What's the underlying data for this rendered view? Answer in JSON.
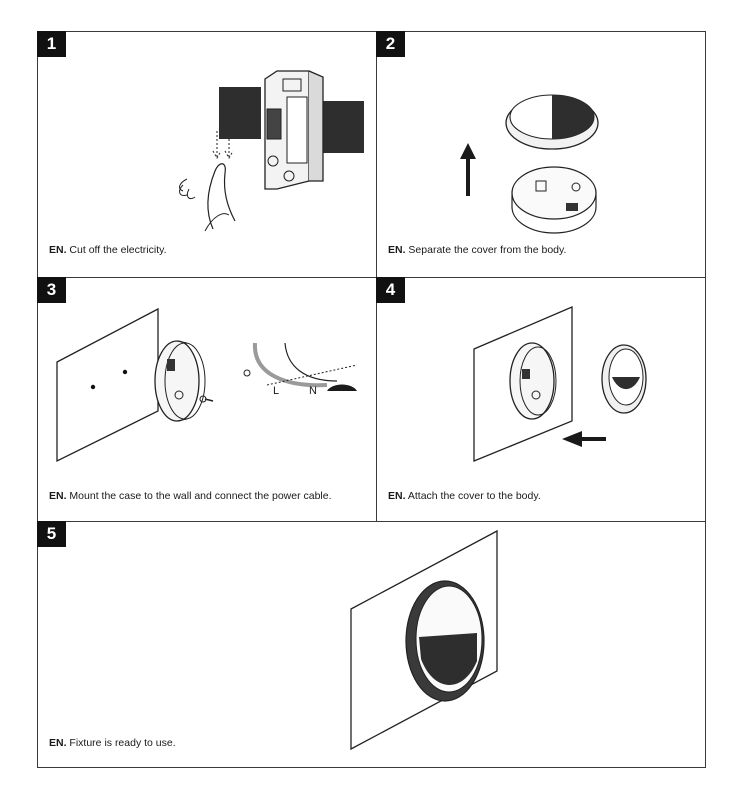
{
  "steps": [
    {
      "number": "1",
      "lang": "EN.",
      "text": " Cut off the electricity."
    },
    {
      "number": "2",
      "lang": "EN.",
      "text": " Separate the cover from the body."
    },
    {
      "number": "3",
      "lang": "EN.",
      "text": " Mount the case to the wall and connect the power cable.",
      "wire_labels": [
        "L",
        "N"
      ]
    },
    {
      "number": "4",
      "lang": "EN.",
      "text": " Attach the cover to the body."
    },
    {
      "number": "5",
      "lang": "EN.",
      "text": " Fixture is ready to use."
    }
  ],
  "colors": {
    "border": "#3a3a3a",
    "badge": "#111111",
    "wall": "#ffffff",
    "dark": "#2a2a2a"
  }
}
